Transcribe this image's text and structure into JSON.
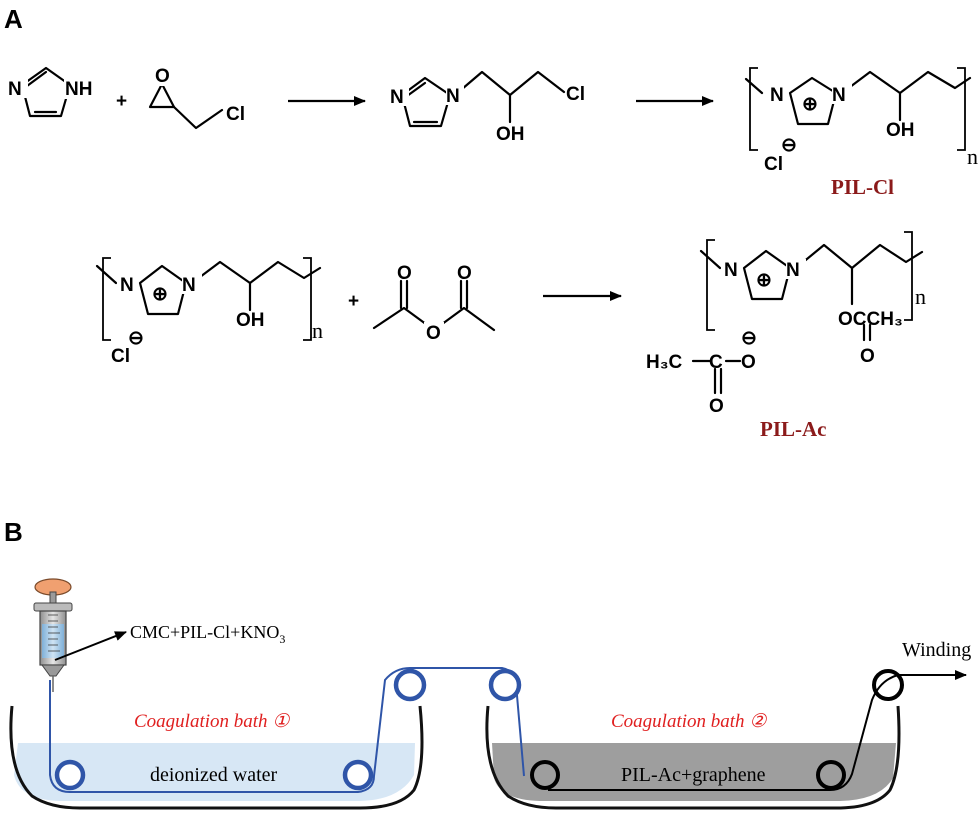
{
  "panel_a": {
    "label": "A",
    "atoms": {
      "n": "N",
      "nh": "NH",
      "plus": "+",
      "o": "O",
      "cl": "Cl",
      "oh": "OH",
      "charge_plus": "⊕",
      "charge_minus": "⊖",
      "cl_ion": "Cl",
      "n_sub": "n",
      "h3c": "H₃C",
      "c": "C",
      "occh3": "OCCH₃"
    },
    "products": {
      "pil_cl": "PIL-Cl",
      "pil_ac": "PIL-Ac"
    }
  },
  "panel_b": {
    "label": "B",
    "syringe_label": "CMC+PIL-Cl+KNO",
    "syringe_label_sub": "3",
    "bath1_title": "Coagulation bath ①",
    "bath1_content": "deionized water",
    "bath2_title": "Coagulation bath ②",
    "bath2_content": "PIL-Ac+graphene",
    "winding_label": "Winding",
    "colors": {
      "bath1_fill": "#d7e7f5",
      "bath2_fill": "#9e9e9e",
      "fiber": "#2f55a8",
      "bath_title": "#e02020",
      "product_name": "#8b1a1a",
      "syringe_cap": "#f0a070"
    }
  }
}
